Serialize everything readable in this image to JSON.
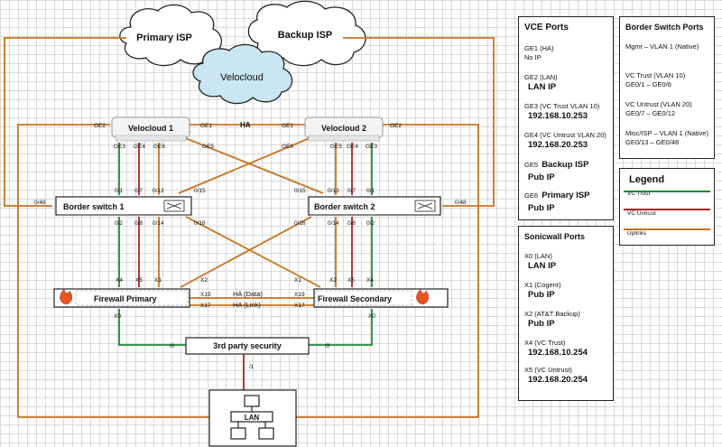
{
  "clouds": {
    "primary_isp": "Primary ISP",
    "backup_isp": "Backup ISP",
    "velocloud": "Velocloud"
  },
  "devices": {
    "vc1": "Velocloud 1",
    "vc2": "Velocloud 2",
    "bs1": "Border switch 1",
    "bs2": "Border switch 2",
    "fw1": "Firewall Primary",
    "fw2": "Firewall Secondary",
    "sec": "3rd party security",
    "lan": "LAN"
  },
  "ports": {
    "ge2": "GE2",
    "ge1": "GE1",
    "ge3": "GE3",
    "ge4": "GE4",
    "ge6": "GE6",
    "ge5": "GE5",
    "ha": "HA",
    "p01": "0/1",
    "p07": "0/7",
    "p013": "0/13",
    "p015": "0/15",
    "p016": "0/16",
    "p02": "0/2",
    "p08": "0/8",
    "p014": "0/14",
    "p048": "0/48",
    "x0": "X0",
    "x1": "X1",
    "x2": "X2",
    "x4": "X4",
    "x5": "X5",
    "x17": "X17",
    "x19": "X19",
    "ha_data": "HA (Data)",
    "ha_link": "HA (Link)",
    "s0": "/0",
    "s1": "/1"
  },
  "vce_panel": {
    "title": "VCE Ports",
    "items": [
      {
        "a": "GE1 (HA)",
        "b": "No IP"
      },
      {
        "a": "GE2 (LAN)",
        "b": "LAN IP"
      },
      {
        "a": "GE3 (VC Trust VLAN 10)",
        "b": "192.168.10.253"
      },
      {
        "a": "GE4 (VC Untrust VLAN 20)",
        "b": "192.168.20.253"
      },
      {
        "a": "GE5",
        "a2": "Backup ISP",
        "b": "Pub IP"
      },
      {
        "a": "GE6",
        "a2": "Primary ISP",
        "b": "Pub IP"
      }
    ]
  },
  "border_panel": {
    "title": "Border Switch Ports",
    "items": [
      {
        "a": "Mgmt – VLAN 1 (Native)",
        "b": ""
      },
      {
        "a": "VC Trust (VLAN 10)",
        "b": "GE0/1 – GE0/6"
      },
      {
        "a": "VC Untrust (VLAN 20)",
        "b": "GE0/7 – GE0/12"
      },
      {
        "a": "Misc/ISP – VLAN 1 (Native)",
        "b": "GE0/13 – GE0/48"
      }
    ]
  },
  "legend": {
    "title": "Legend",
    "items": [
      {
        "label": "VC Trust",
        "color": "#1f8a3c"
      },
      {
        "label": "VC Untrust",
        "color": "#b22222"
      },
      {
        "label": "Uplinks",
        "color": "#c8731e"
      }
    ]
  },
  "sonicwall_panel": {
    "title": "Sonicwall Ports",
    "items": [
      {
        "a": "X0 (LAN)",
        "b": "LAN IP"
      },
      {
        "a": "X1 (Cogent)",
        "b": "Pub IP"
      },
      {
        "a": "X2 (AT&T Backup)",
        "b": "Pub IP"
      },
      {
        "a": "X4 (VC Trust)",
        "b": "192.168.10.254"
      },
      {
        "a": "X5 (VC Untrust)",
        "b": "192.168.20.254"
      }
    ]
  },
  "colors": {
    "trust": "#1f8a3c",
    "untrust": "#b22222",
    "uplink": "#c8731e"
  }
}
